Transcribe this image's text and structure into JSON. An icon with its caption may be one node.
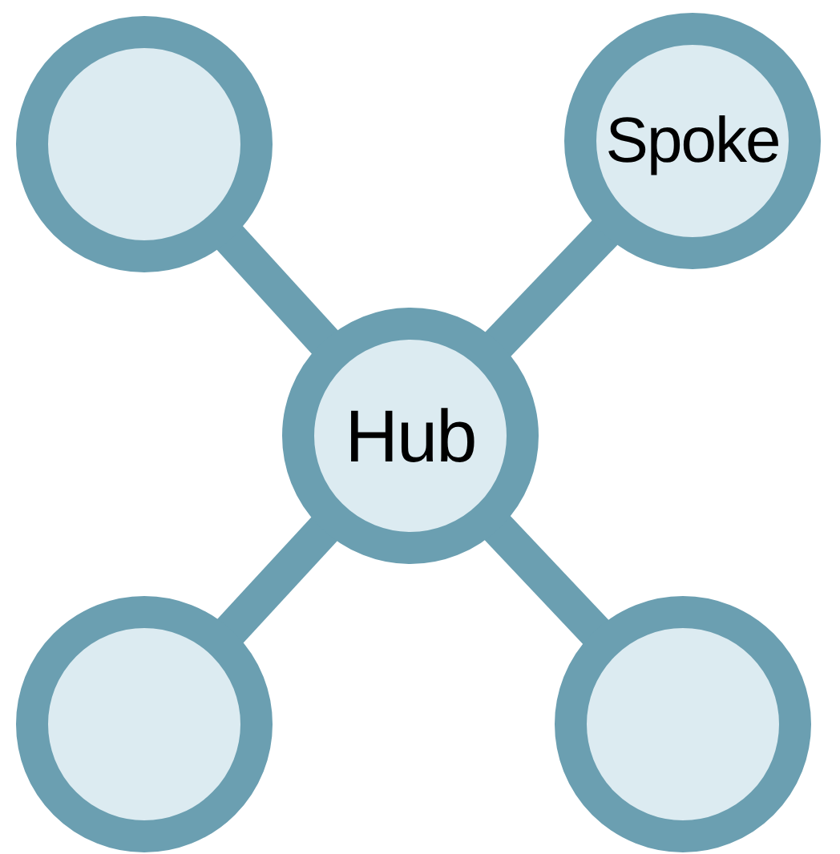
{
  "diagram": {
    "nodes": [
      {
        "text": [],
        "shape": "circle"
      },
      {
        "text": [
          "Spoke"
        ]
      },
      {
        "text": [
          "Hub"
        ]
      },
      {
        "text": [],
        "shape": "circle"
      },
      {
        "text": [],
        "shape": "circle"
      }
    ],
    "edges": [
      {
        "from": 2,
        "to": 0,
        "arrow": "none"
      },
      {
        "from": 2,
        "to": 1,
        "arrow": "none"
      },
      {
        "from": 2,
        "to": 3,
        "arrow": "none"
      },
      {
        "from": 2,
        "to": 4,
        "arrow": "none"
      }
    ]
  }
}
